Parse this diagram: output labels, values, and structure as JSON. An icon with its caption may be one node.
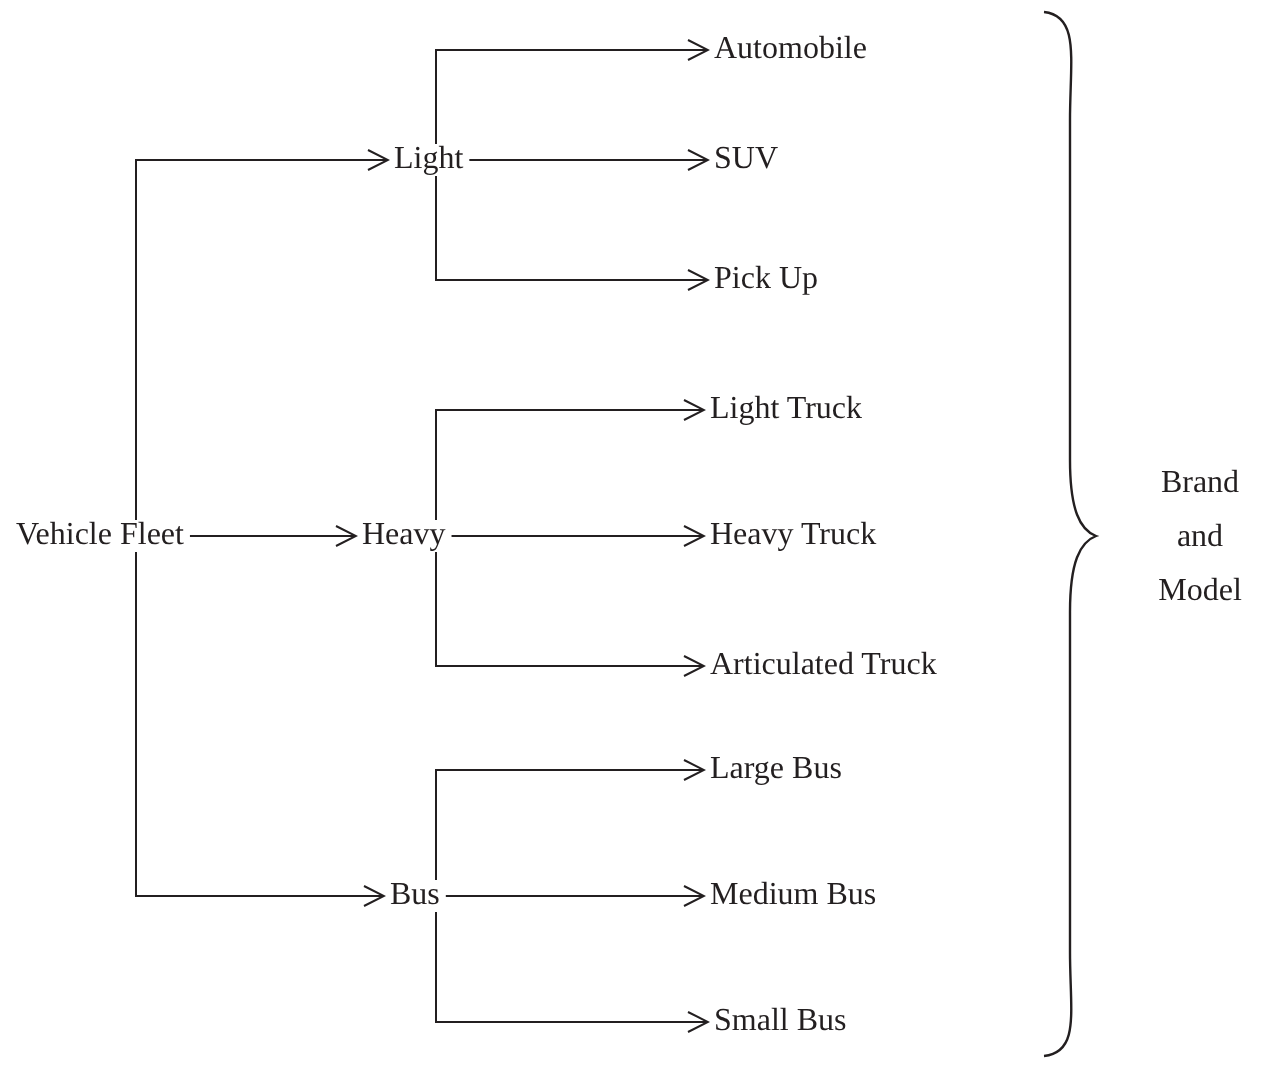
{
  "diagram": {
    "nodes": [
      {
        "text": [
          "Vehicle Fleet"
        ]
      },
      {
        "text": [
          "Light"
        ]
      },
      {
        "text": [
          "Heavy"
        ]
      },
      {
        "text": [
          "Bus"
        ]
      },
      {
        "text": [
          "Automobile"
        ]
      },
      {
        "text": [
          "SUV"
        ]
      },
      {
        "text": [
          "Pick Up"
        ]
      },
      {
        "text": [
          "Light Truck"
        ]
      },
      {
        "text": [
          "Heavy Truck"
        ]
      },
      {
        "text": [
          "Articulated Truck"
        ]
      },
      {
        "text": [
          "Large Bus"
        ]
      },
      {
        "text": [
          "Medium Bus"
        ]
      },
      {
        "text": [
          "Small Bus"
        ]
      }
    ],
    "edges": [
      {
        "from": 0,
        "to": 1,
        "arrow": "to"
      },
      {
        "from": 0,
        "to": 2,
        "arrow": "to"
      },
      {
        "from": 0,
        "to": 3,
        "arrow": "to"
      },
      {
        "from": 1,
        "to": 4,
        "arrow": "to"
      },
      {
        "from": 1,
        "to": 5,
        "arrow": "to"
      },
      {
        "from": 1,
        "to": 6,
        "arrow": "to"
      },
      {
        "from": 2,
        "to": 7,
        "arrow": "to"
      },
      {
        "from": 2,
        "to": 8,
        "arrow": "to"
      },
      {
        "from": 2,
        "to": 9,
        "arrow": "to"
      },
      {
        "from": 3,
        "to": 10,
        "arrow": "to"
      },
      {
        "from": 3,
        "to": 11,
        "arrow": "to"
      },
      {
        "from": 3,
        "to": 12,
        "arrow": "to"
      }
    ],
    "labels": [
      "Brand and Model"
    ]
  }
}
